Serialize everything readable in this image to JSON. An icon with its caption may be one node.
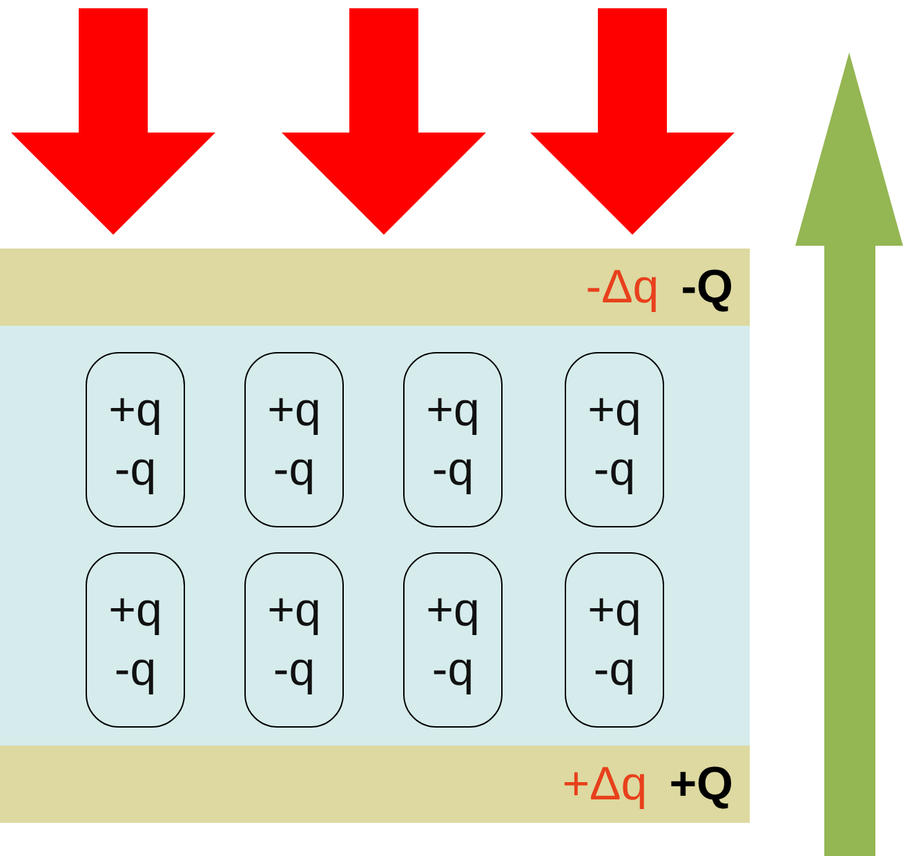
{
  "diagram": {
    "nodes": [
      {
        "text": [
          "-Δq",
          "-Q"
        ]
      },
      {
        "text": [],
        "shape": "box"
      },
      {
        "text": [
          "+q",
          "-q"
        ],
        "in": 1
      },
      {
        "text": [
          "+q",
          "-q"
        ],
        "in": 1
      },
      {
        "text": [
          "+q",
          "-q"
        ],
        "in": 1
      },
      {
        "text": [
          "+q",
          "-q"
        ],
        "in": 1
      },
      {
        "text": [
          "+q",
          "-q"
        ],
        "in": 1
      },
      {
        "text": [
          "+q",
          "-q"
        ],
        "in": 1
      },
      {
        "text": [
          "+q",
          "-q"
        ],
        "in": 1
      },
      {
        "text": [
          "+q",
          "-q"
        ],
        "in": 1
      },
      {
        "text": [
          "+Δq",
          "+Q"
        ]
      }
    ]
  }
}
